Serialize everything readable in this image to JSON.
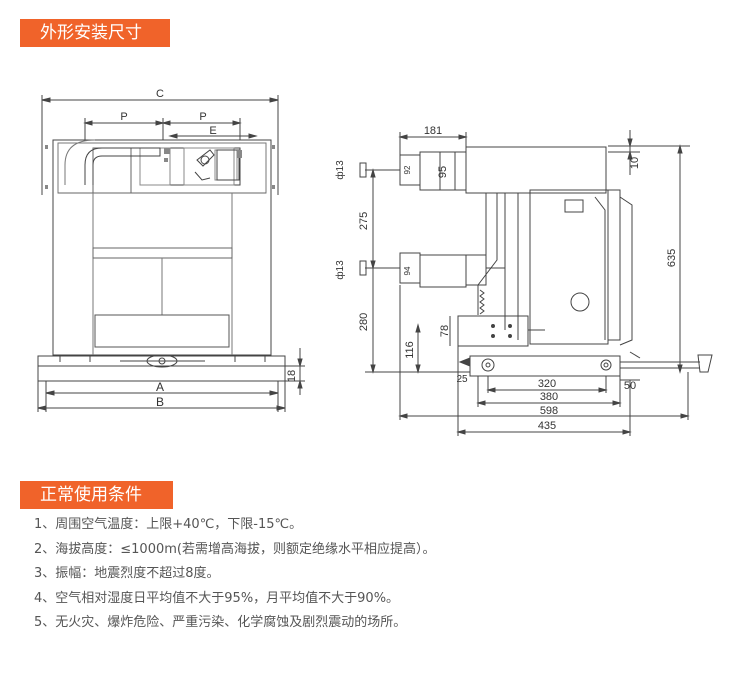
{
  "section1_title": "外形安装尺寸",
  "section2_title": "正常使用条件",
  "front_view": {
    "dim_C": "C",
    "dim_P1": "P",
    "dim_P2": "P",
    "dim_E": "E",
    "dim_A": "A",
    "dim_B": "B",
    "dim_18": "18"
  },
  "side_view": {
    "d181": "181",
    "d10": "10",
    "phi13_top": "ф13",
    "d92": "92",
    "d95": "95",
    "d275": "275",
    "d635": "635",
    "phi13_mid": "ф13",
    "d94": "94",
    "d280": "280",
    "d78": "78",
    "d116": "116",
    "d25": "25",
    "d320": "320",
    "d50": "50",
    "d380": "380",
    "d598": "598",
    "d435": "435"
  },
  "conditions": [
    "1、周围空气温度：上限+40℃，下限-15℃。",
    "2、海拔高度：≤1000m(若需增高海拔，则额定绝缘水平相应提高）。",
    "3、振幅：地震烈度不超过8度。",
    "4、空气相对湿度日平均值不大于95%，月平均值不大于90%。",
    "5、无火灾、爆炸危险、严重污染、化学腐蚀及剧烈震动的场所。"
  ]
}
